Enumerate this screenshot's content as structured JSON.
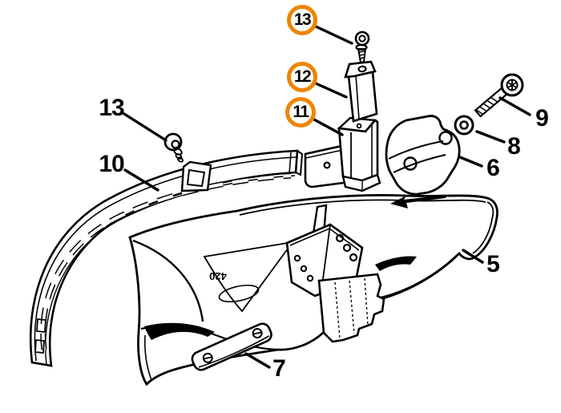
{
  "diagram": {
    "background_color": "#ffffff",
    "line_color": "#000000",
    "highlight_color": "#ed8500",
    "part_marking": "420",
    "arrow_direction": "left",
    "callouts_circled": [
      {
        "label": "13"
      },
      {
        "label": "12"
      },
      {
        "label": "11"
      }
    ],
    "callouts_plain": [
      {
        "label": "13"
      },
      {
        "label": "10"
      },
      {
        "label": "9"
      },
      {
        "label": "8"
      },
      {
        "label": "6"
      },
      {
        "label": "5"
      },
      {
        "label": "7"
      }
    ],
    "parts": [
      {
        "number": "13",
        "name": "screw-top"
      },
      {
        "number": "12",
        "name": "upper-bracket"
      },
      {
        "number": "11",
        "name": "lower-bracket"
      },
      {
        "number": "13",
        "name": "screw-left"
      },
      {
        "number": "10",
        "name": "guard-extension-strip"
      },
      {
        "number": "9",
        "name": "torx-screw"
      },
      {
        "number": "8",
        "name": "washer"
      },
      {
        "number": "6",
        "name": "clamp"
      },
      {
        "number": "5",
        "name": "deflector"
      },
      {
        "number": "7",
        "name": "cover-plate"
      }
    ]
  }
}
